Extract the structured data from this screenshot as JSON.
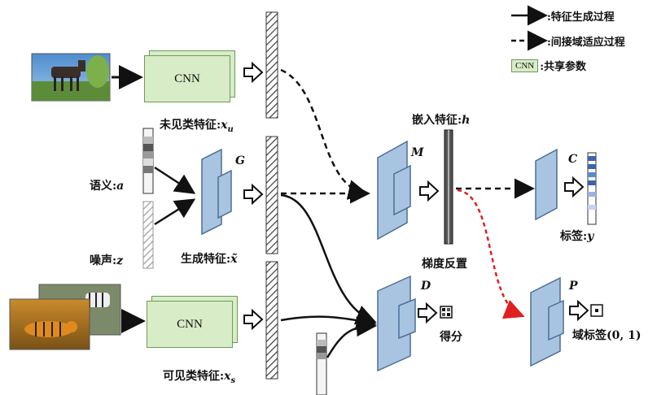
{
  "legend": {
    "solid_label": ":特征生成过程",
    "dashed_label": ":间接域适应过程",
    "shared_swatch_text": "CNN",
    "shared_label": ":共享参数"
  },
  "cnn_top": "CNN",
  "cnn_bottom": "CNN",
  "labels": {
    "unseen_feature": "未见类特征:",
    "unseen_var": "x",
    "unseen_sub": "u",
    "semantic": "语义:",
    "semantic_var": "a",
    "noise": "噪声:",
    "noise_var": "z",
    "generated_feature": "生成特征:",
    "generated_var": "x̃",
    "seen_feature": "可见类特征:",
    "seen_var": "x",
    "seen_sub": "s",
    "embed_feature": "嵌入特征:",
    "embed_var": "h",
    "gradient_reversal": "梯度反置",
    "score": "得分",
    "label": "标签:",
    "label_var": "y",
    "domain_label": "域标签(0, 1)"
  },
  "modules": {
    "G": "G",
    "M": "M",
    "C": "C",
    "D": "D",
    "P": "P"
  },
  "colors": {
    "cnn_fill": "#d8ecc8",
    "module_fill": "#a9c4e0",
    "module_edge": "#4a6f99",
    "red_arrow": "#e02020",
    "label_bar": "#3a63b3"
  }
}
